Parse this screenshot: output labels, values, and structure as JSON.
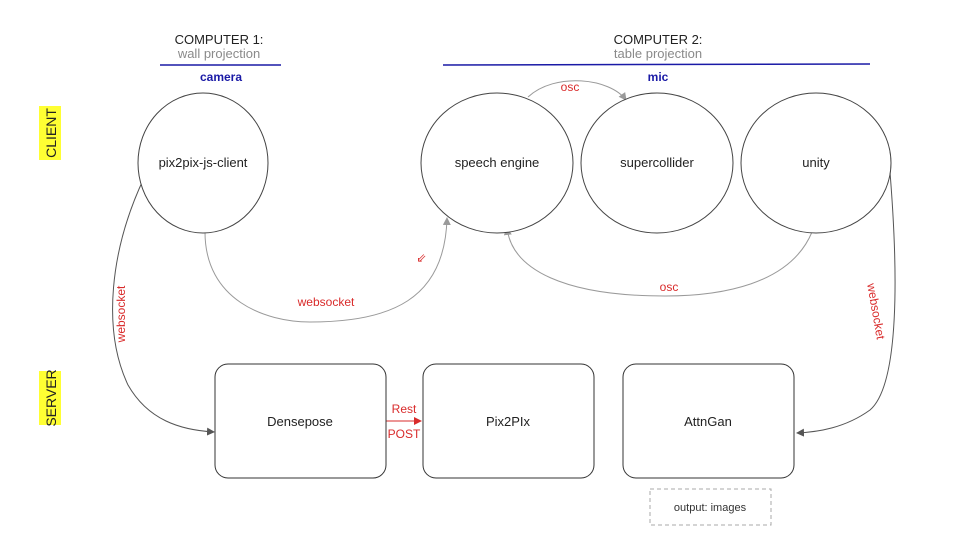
{
  "computers": [
    {
      "title": "COMPUTER 1:",
      "subtitle": "wall projection",
      "device": "camera"
    },
    {
      "title": "COMPUTER 2:",
      "subtitle": "table projection",
      "device": "mic"
    }
  ],
  "rows": {
    "client": "CLIENT",
    "server": "SERVER"
  },
  "clients": [
    "pix2pix-js-client",
    "speech engine",
    "supercollider",
    "unity"
  ],
  "servers": [
    "Densepose",
    "Pix2PIx",
    "AttnGan"
  ],
  "edges": {
    "osc_top": "osc",
    "osc_bottom": "osc",
    "websocket_middle": "websocket",
    "websocket_left": "websocket",
    "websocket_right": "websocket",
    "rest": "Rest",
    "post": "POST",
    "arrow_glyph": "⇐"
  },
  "output": "output: images",
  "colors": {
    "highlight": "#ffff33",
    "edge_label": "#d92b2b",
    "camera_line": "#1a1aa6",
    "mic_line": "#1a1aa6"
  }
}
